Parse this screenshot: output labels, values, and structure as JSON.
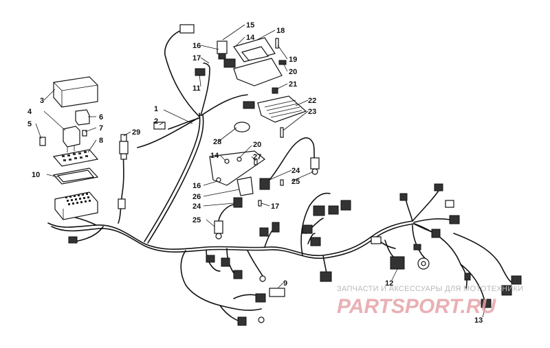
{
  "callouts": [
    "1",
    "2",
    "3",
    "4",
    "5",
    "6",
    "7",
    "8",
    "10",
    "29",
    "11",
    "16",
    "17",
    "15",
    "14",
    "18",
    "19",
    "20",
    "21",
    "22",
    "23",
    "28",
    "20",
    "14",
    "27",
    "16",
    "26",
    "24",
    "25",
    "24",
    "17",
    "25",
    "9",
    "12",
    "13"
  ],
  "watermark": {
    "caption": "ЗАПЧАСТИ И АКСЕССУАРЫ ДЛЯ МОТОТЕХНИКИ",
    "logo": "PARTSPORT.RU",
    "logo_color": "#e6a3a8"
  }
}
